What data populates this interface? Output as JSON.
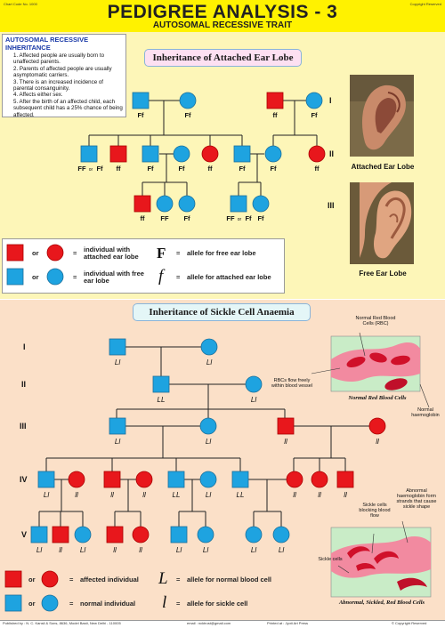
{
  "header": {
    "code": "Chart Code No. 1000",
    "copyright": "Copyright Reserved",
    "title": "PEDIGREE ANALYSIS - 3",
    "subtitle": "AUTOSOMAL RECESSIVE TRAIT"
  },
  "info_box": {
    "heading": "AUTOSOMAL RECESSIVE INHERITANCE",
    "points": [
      "1.  Affected people are usually born to unaffected parents.",
      "2.  Parents of affected people are usually asymptomatic carriers.",
      "3.  There is an increased incidence of parental consanguinity.",
      "4.  Affects either sex.",
      "5.  After the birth of an affected child, each subsequent child has a 25% chance of being affected."
    ]
  },
  "ear_section": {
    "banner": "Inheritance of Attached Ear Lobe",
    "generations": [
      "I",
      "II",
      "III"
    ],
    "photo_captions": [
      "Attached Ear Lobe",
      "Free Ear Lobe"
    ],
    "legend": {
      "or": "or",
      "equals": "=",
      "affected_text": "individual with attached ear lobe",
      "normal_text": "individual with free ear lobe",
      "allele_F_symbol": "F",
      "allele_F_text": "allele for free ear lobe",
      "allele_f_symbol": "f",
      "allele_f_text": "allele for attached ear lobe"
    },
    "labels": {
      "Ff": "Ff",
      "ff": "ff",
      "FF": "FF",
      "or_small": "or"
    }
  },
  "sickle_section": {
    "banner": "Inheritance of Sickle Cell Anaemia",
    "generations": [
      "I",
      "II",
      "III",
      "IV",
      "V"
    ],
    "genotypes": {
      "Ll": "Ll",
      "LL": "LL",
      "ll": "ll"
    },
    "annotations": {
      "normal_rbc": "Normal Red Blood Cells (RBC)",
      "flow_freely": "RBCs flow freely within blood vessel",
      "normal_haemoglobin": "Normal haemoglobin",
      "normal_cells_caption": "Normal Red Blood Cells",
      "sickle_block": "Sickle cells blocking blood flow",
      "abnormal_haemoglobin": "Abnormal haemoglobin form strands that cause sickle shape",
      "sickle_cells": "Sickle cells",
      "abnormal_caption": "Abnormal, Sickled, Red Blood Cells"
    },
    "legend": {
      "or": "or",
      "equals": "=",
      "affected_text": "affected individual",
      "normal_text": "normal individual",
      "allele_L_symbol": "L",
      "allele_L_text": "allele for normal blood cell",
      "allele_l_symbol": "l",
      "allele_l_text": "allele for sickle cell"
    }
  },
  "footer": {
    "publisher": "Published by : N. C. Kansil & Sons, 8636, Model Basti, New Delhi - 110005",
    "email": "email : ncktrust@gmail.com",
    "printer": "Printed at : Jyoti Art Press",
    "copyright": "© Copyright Reserved"
  },
  "colors": {
    "affected": "#e8171c",
    "normal": "#1ea3e0",
    "header_bg": "#fff200",
    "ear_bg": "#fdf6b8",
    "sickle_bg": "#fbe0c8"
  }
}
